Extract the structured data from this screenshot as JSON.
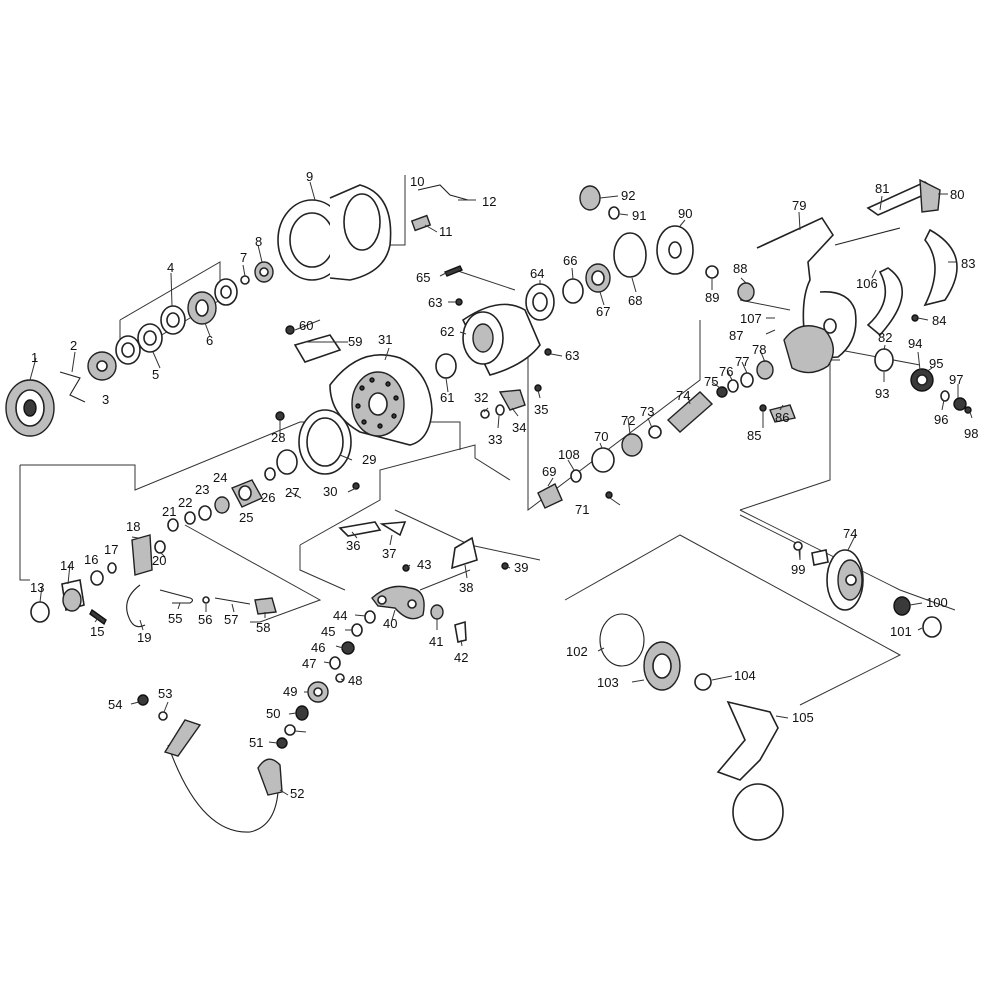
{
  "labels": {
    "p1": "1",
    "p2": "2",
    "p3": "3",
    "p4": "4",
    "p5": "5",
    "p6": "6",
    "p7": "7",
    "p8": "8",
    "p9": "9",
    "p10": "10",
    "p11": "11",
    "p12": "12",
    "p13": "13",
    "p14": "14",
    "p15": "15",
    "p16": "16",
    "p17": "17",
    "p18": "18",
    "p19": "19",
    "p20": "20",
    "p21": "21",
    "p22": "22",
    "p23": "23",
    "p24": "24",
    "p25": "25",
    "p26": "26",
    "p27": "27",
    "p28": "28",
    "p29": "29",
    "p30": "30",
    "p31": "31",
    "p32": "32",
    "p33": "33",
    "p34": "34",
    "p35": "35",
    "p36": "36",
    "p37": "37",
    "p38": "38",
    "p39": "39",
    "p40": "40",
    "p41": "41",
    "p42": "42",
    "p43": "43",
    "p44": "44",
    "p45": "45",
    "p46": "46",
    "p47": "47",
    "p48": "48",
    "p49": "49",
    "p50": "50",
    "p51": "51",
    "p52": "52",
    "p53": "53",
    "p54": "54",
    "p55": "55",
    "p56": "56",
    "p57": "57",
    "p58": "58",
    "p59": "59",
    "p60": "60",
    "p61": "61",
    "p62": "62",
    "p63": "63",
    "p64": "64",
    "p65": "65",
    "p66": "66",
    "p67": "67",
    "p68": "68",
    "p69": "69",
    "p70": "70",
    "p71": "71",
    "p72": "72",
    "p73": "73",
    "p74": "74",
    "p75": "75",
    "p76": "76",
    "p77": "77",
    "p78": "78",
    "p79": "79",
    "p80": "80",
    "p81": "81",
    "p82": "82",
    "p83": "83",
    "p84": "84",
    "p85": "85",
    "p86": "86",
    "p87": "87",
    "p88": "88",
    "p89": "89",
    "p90": "90",
    "p91": "91",
    "p92": "92",
    "p93": "93",
    "p94": "94",
    "p95": "95",
    "p96": "96",
    "p97": "97",
    "p98": "98",
    "p99": "99",
    "p100": "100",
    "p101": "101",
    "p102": "102",
    "p103": "103",
    "p104": "104",
    "p105": "105",
    "p106": "106",
    "p107": "107",
    "p108": "108"
  }
}
